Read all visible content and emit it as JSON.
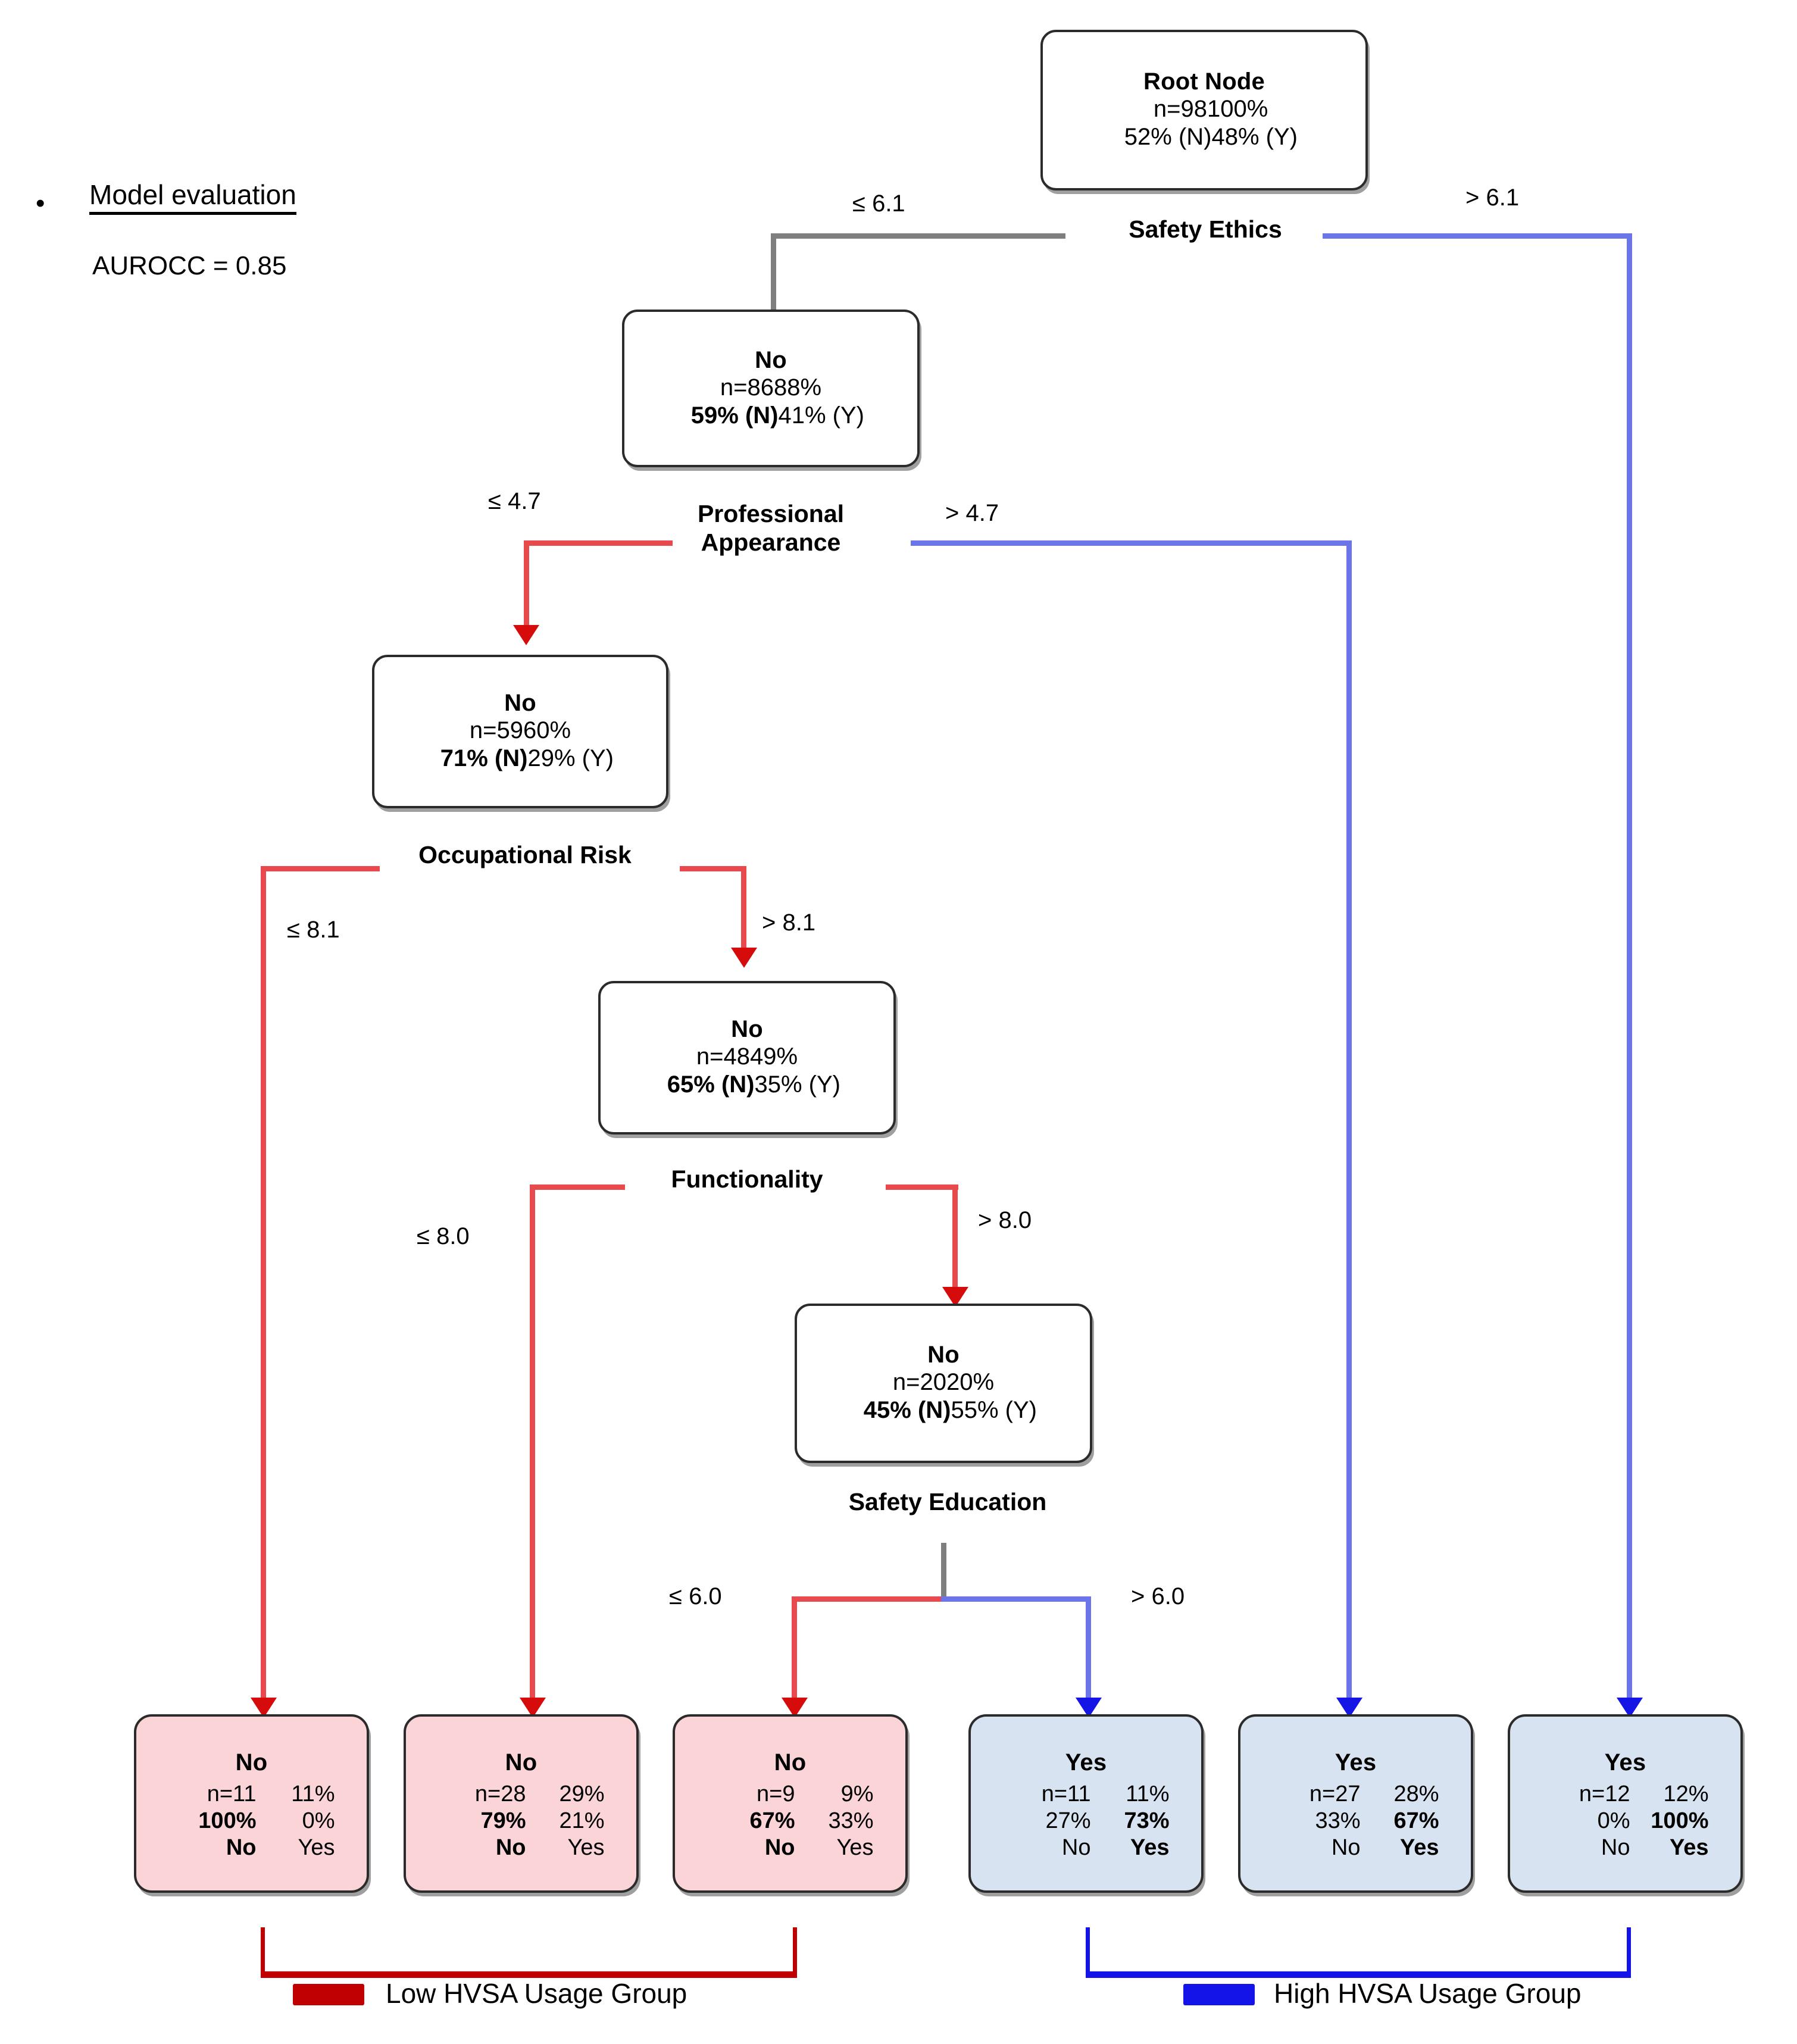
{
  "evaluation": {
    "bullet": "•",
    "title": "Model evaluation",
    "metric": "AUROCC = 0.85"
  },
  "chart_data": {
    "type": "tree",
    "title": "Decision tree for HVSA usage group classification",
    "root_total_n": 98,
    "nodes": [
      {
        "id": "root",
        "label": "Root Node",
        "n": "n=98",
        "pct": "100%",
        "left_stat": "52% (N)",
        "right_stat": "48% (Y)",
        "left_bold": false,
        "right_bold": false,
        "kind": "internal"
      },
      {
        "id": "n2",
        "label": "No",
        "n": "n=86",
        "pct": "88%",
        "left_stat": "59% (N)",
        "right_stat": "41% (Y)",
        "left_bold": true,
        "right_bold": false,
        "kind": "internal"
      },
      {
        "id": "n3",
        "label": "No",
        "n": "n=59",
        "pct": "60%",
        "left_stat": "71% (N)",
        "right_stat": "29% (Y)",
        "left_bold": true,
        "right_bold": false,
        "kind": "internal"
      },
      {
        "id": "n4",
        "label": "No",
        "n": "n=48",
        "pct": "49%",
        "left_stat": "65% (N)",
        "right_stat": "35% (Y)",
        "left_bold": true,
        "right_bold": false,
        "kind": "internal"
      },
      {
        "id": "n5",
        "label": "No",
        "n": "n=20",
        "pct": "20%",
        "left_stat": "45% (N)",
        "right_stat": "55% (Y)",
        "left_bold": true,
        "right_bold": false,
        "kind": "internal"
      }
    ],
    "leaves": [
      {
        "id": "l1",
        "label": "No",
        "n": "n=11",
        "pct": "11%",
        "p_no": "100%",
        "p_yes": "0%",
        "cls_no": "No",
        "cls_yes": "Yes",
        "bold": "no",
        "group": "low"
      },
      {
        "id": "l2",
        "label": "No",
        "n": "n=28",
        "pct": "29%",
        "p_no": "79%",
        "p_yes": "21%",
        "cls_no": "No",
        "cls_yes": "Yes",
        "bold": "no",
        "group": "low"
      },
      {
        "id": "l3",
        "label": "No",
        "n": "n=9",
        "pct": "9%",
        "p_no": "67%",
        "p_yes": "33%",
        "cls_no": "No",
        "cls_yes": "Yes",
        "bold": "no",
        "group": "low"
      },
      {
        "id": "l4",
        "label": "Yes",
        "n": "n=11",
        "pct": "11%",
        "p_no": "27%",
        "p_yes": "73%",
        "cls_no": "No",
        "cls_yes": "Yes",
        "bold": "yes",
        "group": "high"
      },
      {
        "id": "l5",
        "label": "Yes",
        "n": "n=27",
        "pct": "28%",
        "p_no": "33%",
        "p_yes": "67%",
        "cls_no": "No",
        "cls_yes": "Yes",
        "bold": "yes",
        "group": "high"
      },
      {
        "id": "l6",
        "label": "Yes",
        "n": "n=12",
        "pct": "12%",
        "p_no": "0%",
        "p_yes": "100%",
        "cls_no": "No",
        "cls_yes": "Yes",
        "bold": "yes",
        "group": "high"
      }
    ],
    "splits": [
      {
        "id": "s1",
        "name": "Safety Ethics",
        "left": "≤ 6.1",
        "right": "> 6.1",
        "left_color": "#7f7f7f",
        "right_color": "#6b74e8"
      },
      {
        "id": "s2",
        "name": "Professional\nAppearance",
        "left": "≤ 4.7",
        "right": "> 4.7",
        "left_color": "#e8494c",
        "right_color": "#6b74e8"
      },
      {
        "id": "s3",
        "name": "Occupational Risk",
        "left": "≤ 8.1",
        "right": "> 8.1",
        "left_color": "#e8494c",
        "right_color": "#e8494c"
      },
      {
        "id": "s4",
        "name": "Functionality",
        "left": "≤ 8.0",
        "right": "> 8.0",
        "left_color": "#e8494c",
        "right_color": "#e8494c"
      },
      {
        "id": "s5",
        "name": "Safety Education",
        "left": "≤ 6.0",
        "right": "> 6.0",
        "left_color": "#e8494c",
        "right_color": "#6b74e8"
      }
    ]
  },
  "legend": [
    {
      "id": "low",
      "label": "Low HVSA Usage Group",
      "color": "#c00000"
    },
    {
      "id": "high",
      "label": "High HVSA Usage Group",
      "color": "#1414e8"
    }
  ],
  "colors": {
    "node_border": "#2b2b2b",
    "leaf_low_fill": "#fad4d6",
    "leaf_high_fill": "#d7e3f0",
    "low_group": "#c00000",
    "high_group": "#1414e8",
    "edge_gray": "#7f7f7f",
    "edge_red": "#e8494c",
    "edge_blue": "#6b74e8"
  }
}
